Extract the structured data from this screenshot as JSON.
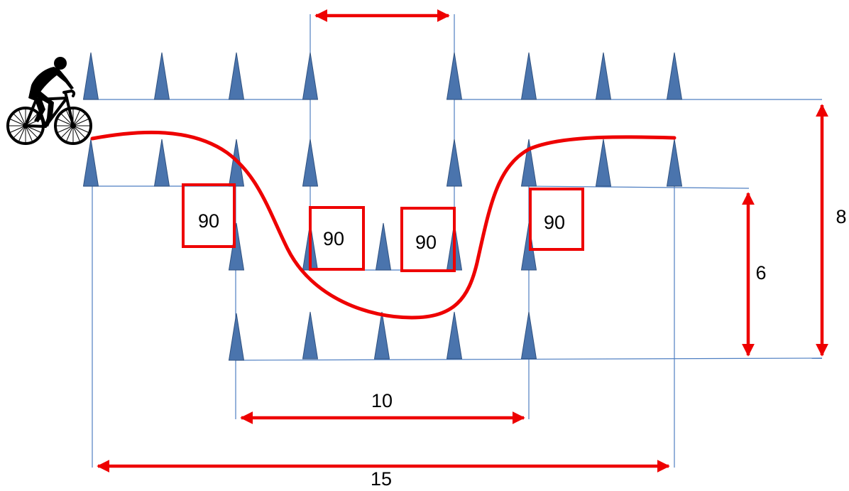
{
  "colors": {
    "cone_fill": "#4a74ad",
    "cone_stroke": "#2f5180",
    "red": "#ee0000",
    "guide_line": "#4f7fc2",
    "silhouette": "#000000"
  },
  "icons": {
    "rider": "cyclist-icon",
    "cone": "cone-icon"
  },
  "angle_boxes": [
    {
      "id": "angle-box-1",
      "label": "90"
    },
    {
      "id": "angle-box-2",
      "label": "90"
    },
    {
      "id": "angle-box-3",
      "label": "90"
    },
    {
      "id": "angle-box-4",
      "label": "90"
    }
  ],
  "dimensions": {
    "gate_width": "",
    "inner_width": "10",
    "total_width": "15",
    "inner_depth": "6",
    "total_depth": "8"
  }
}
